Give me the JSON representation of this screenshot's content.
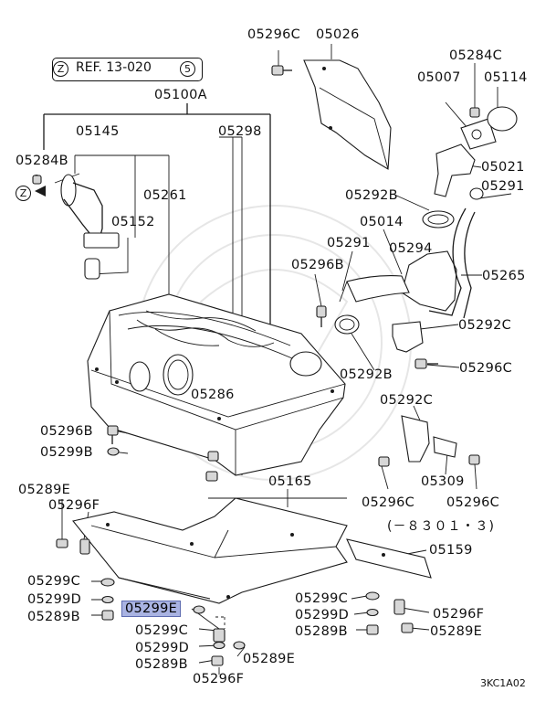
{
  "reference": {
    "zone": "Z",
    "text": "REF. 13-020",
    "figure": "5"
  },
  "direction_marker": "Z",
  "date_note": "(－８３０１・３)",
  "diagram_code": "3KC1A02",
  "selected_part": "05299E",
  "parts": {
    "p05296C_top": "05296C",
    "p05026": "05026",
    "p05284C_right": "05284C",
    "p05007": "05007",
    "p05114": "05114",
    "p05100A": "05100A",
    "p05145": "05145",
    "p05298": "05298",
    "p05284B": "05284B",
    "p05021": "05021",
    "p05261": "05261",
    "p05292B_top": "05292B",
    "p05291_right": "05291",
    "p05152": "05152",
    "p05014": "05014",
    "p05291_mid": "05291",
    "p05294": "05294",
    "p05296B": "05296B",
    "p05265": "05265",
    "p05292C_a": "05292C",
    "p05292B_low": "05292B",
    "p05296C_mid": "05296C",
    "p05286": "05286",
    "p05292C_b": "05292C",
    "p05296B_left": "05296B",
    "p05299B": "05299B",
    "p05289E_left": "05289E",
    "p05165": "05165",
    "p05309": "05309",
    "p05296F_left": "05296F",
    "p05296C_low1": "05296C",
    "p05296C_low2": "05296C",
    "p05159": "05159",
    "p05299C_left": "05299C",
    "p05299D_left": "05299D",
    "p05299C_right": "05299C",
    "p05289B_left": "05289B",
    "p05299E": "05299E",
    "p05299D_right": "05299D",
    "p05296F_right": "05296F",
    "p05299C_bottom": "05299C",
    "p05289B_right": "05289B",
    "p05289E_right": "05289E",
    "p05299D_bottom": "05299D",
    "p05289B_bottom": "05289B",
    "p05289E_bottom": "05289E",
    "p05296F_bottom": "05296F"
  }
}
